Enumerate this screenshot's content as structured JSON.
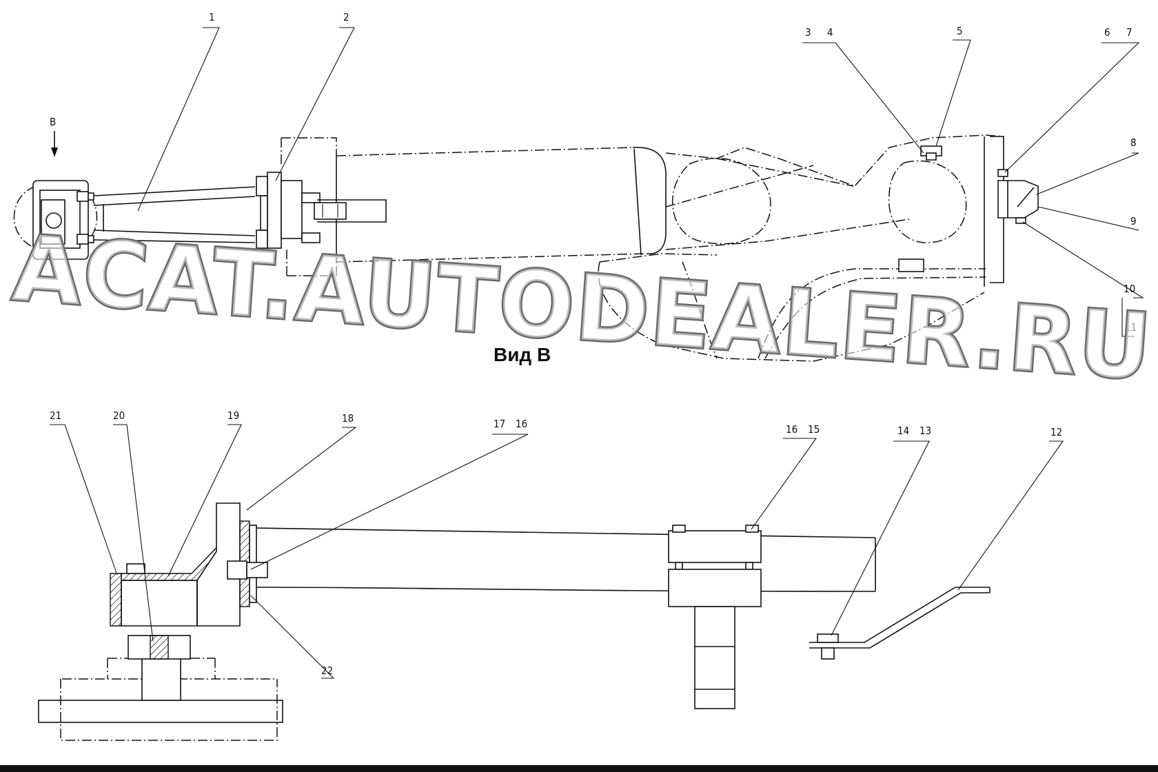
{
  "watermark": {
    "text": "ACAT.AUTODEALER.RU"
  },
  "view": {
    "arrow_label": "В",
    "section_title": "Вид В"
  },
  "callouts": {
    "c1": "1",
    "c2": "2",
    "c3": "3",
    "c4": "4",
    "c5": "5",
    "c6": "6",
    "c7": "7",
    "c8": "8",
    "c9": "9",
    "c10": "10",
    "c11": "11",
    "c12": "12",
    "c13": "13",
    "c14": "14",
    "c15": "15",
    "c16": "16",
    "c16b": "16",
    "c17": "17",
    "c18": "18",
    "c19": "19",
    "c20": "20",
    "c21": "21",
    "c22": "22"
  },
  "colors": {
    "line": "#111111",
    "watermark_outline": "#6a6a6a"
  }
}
